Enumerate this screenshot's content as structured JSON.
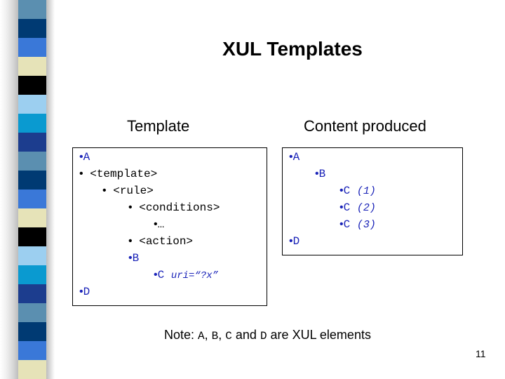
{
  "slide": {
    "title": "XUL Templates",
    "col_left_heading": "Template",
    "col_right_heading": "Content produced",
    "page_number": "11"
  },
  "template_box": {
    "l1_bullet": "•",
    "l1_text": "A",
    "l2_bullet": "•",
    "l2_text": "<template>",
    "l3_bullet": "•",
    "l3_text": "<rule>",
    "l4_bullet": "•",
    "l4_text": "<conditions>",
    "l5_bullet": "•",
    "l5_text": "…",
    "l6_bullet": "•",
    "l6_text": "<action>",
    "l7_bullet": "•",
    "l7_text": "B",
    "l8_bullet": "•",
    "l8_text": "C",
    "l8_attr": "uri=“?x”",
    "l9_bullet": "•",
    "l9_text": "D"
  },
  "content_box": {
    "l1_bullet": "•",
    "l1_text": "A",
    "l2_bullet": "•",
    "l2_text": "B",
    "l3_bullet": "•",
    "l3_text": "C",
    "l3_note": "(1)",
    "l4_bullet": "•",
    "l4_text": "C",
    "l4_note": "(2)",
    "l5_bullet": "•",
    "l5_text": "C",
    "l5_note": "(3)",
    "l6_bullet": "•",
    "l6_text": "D"
  },
  "note": {
    "prefix": "Note: ",
    "a": "A",
    "sep1": ", ",
    "b": "B",
    "sep2": ", ",
    "c": "C",
    "and": " and ",
    "d": "D",
    "suffix": " are XUL elements"
  },
  "colors": {
    "element_blue": "#1a23b8",
    "strip": [
      "#5b8fb0",
      "#003a73",
      "#3a78d8",
      "#e6e3b8",
      "#000000",
      "#9ccff0",
      "#0a9ad0",
      "#1c3d8e"
    ]
  }
}
